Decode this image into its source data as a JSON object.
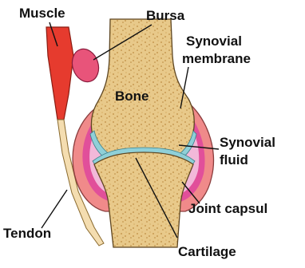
{
  "labels": {
    "muscle": "Muscle",
    "bursa": "Bursa",
    "synovial_membrane_1": "Synovial",
    "synovial_membrane_2": "membrane",
    "bone": "Bone",
    "synovial_fluid_1": "Synovial",
    "synovial_fluid_2": "fluid",
    "joint_capsule": "Joint capsul",
    "tendon": "Tendon",
    "cartilage": "Cartilage"
  },
  "colors": {
    "bone": "#e8c98a",
    "bone_speckle": "#c79a52",
    "cartilage": "#8fd0d8",
    "synovial_fluid": "#f2b8d9",
    "synovial_membrane": "#e14f9a",
    "joint_capsule": "#f08a8a",
    "muscle": "#e63b2e",
    "bursa": "#e8547a",
    "tendon": "#f4ddb0",
    "text": "#111111"
  }
}
